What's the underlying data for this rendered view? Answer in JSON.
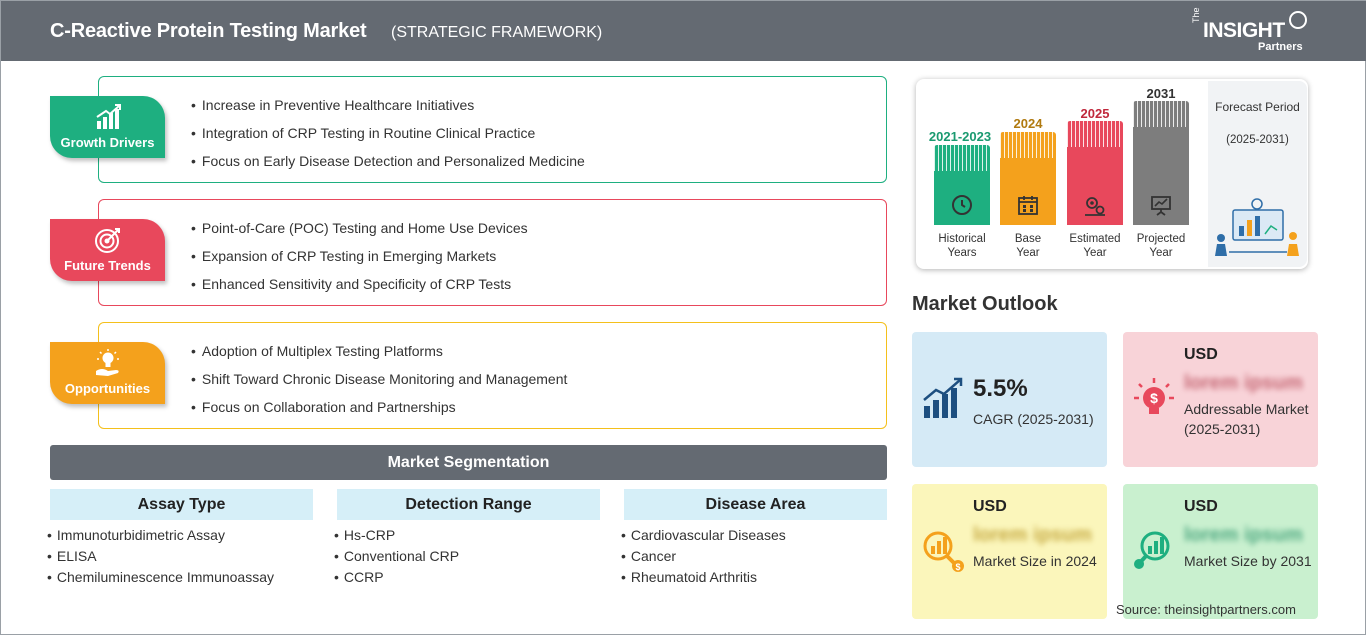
{
  "header": {
    "title": "C-Reactive Protein Testing Market",
    "subtitle": "(STRATEGIC FRAMEWORK)",
    "logo_the": "The",
    "logo_main": "INSIGHT",
    "logo_sub": "Partners"
  },
  "framework": [
    {
      "label": "Growth Drivers",
      "color": "#1eaf80",
      "icon": "growth-chart-icon",
      "items": [
        "Increase in Preventive Healthcare Initiatives",
        "Integration of CRP Testing in Routine Clinical Practice",
        "Focus on Early Disease Detection and Personalized Medicine"
      ]
    },
    {
      "label": "Future Trends",
      "color": "#e8485c",
      "icon": "target-icon",
      "items": [
        "Point-of-Care (POC) Testing and Home Use Devices",
        "Expansion of CRP Testing in Emerging Markets",
        "Enhanced Sensitivity and Specificity of CRP Tests"
      ]
    },
    {
      "label": "Opportunities",
      "color": "#f4a11c",
      "icon": "lightbulb-hand-icon",
      "items": [
        "Adoption of Multiplex Testing Platforms",
        "Shift Toward Chronic Disease Monitoring and Management",
        "Focus on Collaboration and Partnerships"
      ]
    }
  ],
  "segmentation": {
    "title": "Market Segmentation",
    "columns": [
      {
        "title": "Assay Type",
        "items": [
          "Immunoturbidimetric Assay",
          "ELISA",
          "Chemiluminescence Immunoassay"
        ]
      },
      {
        "title": "Detection Range",
        "items": [
          "Hs-CRP",
          "Conventional CRP",
          "CCRP"
        ]
      },
      {
        "title": "Disease Area",
        "items": [
          "Cardiovascular Diseases",
          "Cancer",
          "Rheumatoid Arthritis"
        ]
      }
    ]
  },
  "timeline": {
    "periods": [
      {
        "year": "2021-2023",
        "label_line1": "Historical",
        "label_line2": "Years",
        "color": "#1eaf80",
        "year_color": "#1a9a70",
        "icon": "history-icon"
      },
      {
        "year": "2024",
        "label_line1": "Base",
        "label_line2": "Year",
        "color": "#f4a11c",
        "year_color": "#b07a10",
        "icon": "calendar-icon"
      },
      {
        "year": "2025",
        "label_line1": "Estimated",
        "label_line2": "Year",
        "color": "#e8485c",
        "year_color": "#c0283c",
        "icon": "gears-icon"
      },
      {
        "year": "2031",
        "label_line1": "Projected",
        "label_line2": "Year",
        "color": "#7d7d7d",
        "year_color": "#333333",
        "icon": "presentation-icon"
      }
    ],
    "forecast_title": "Forecast Period",
    "forecast_range": "(2025-2031)"
  },
  "outlook": {
    "title": "Market Outlook",
    "cagr_value": "5.5%",
    "cagr_label": "CAGR (2025-2031)",
    "addressable_currency": "USD",
    "addressable_value": "lorem ipsum",
    "addressable_label": "Addressable Market (2025-2031)",
    "size2024_currency": "USD",
    "size2024_value": "lorem ipsum",
    "size2024_label": "Market Size in 2024",
    "size2031_currency": "USD",
    "size2031_value": "lorem ipsum",
    "size2031_label": "Market Size by 2031"
  },
  "source": "Source: theinsightpartners.com"
}
